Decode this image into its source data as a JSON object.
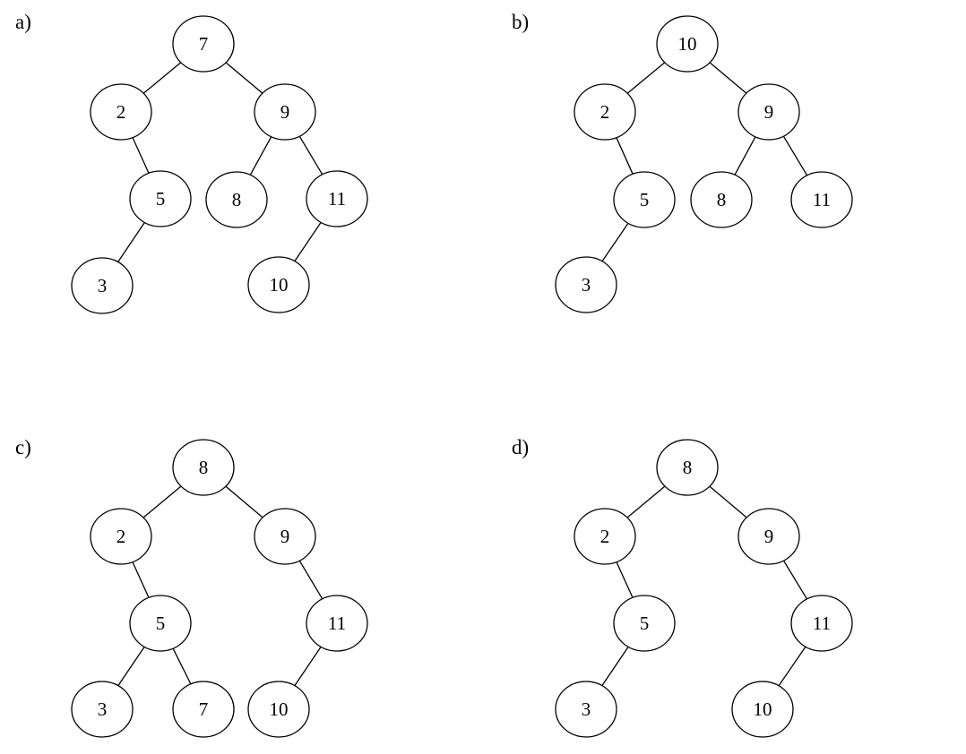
{
  "panels": [
    {
      "label": "a)",
      "nodes": [
        {
          "id": "n7",
          "text": "7"
        },
        {
          "id": "n2",
          "text": "2"
        },
        {
          "id": "n9",
          "text": "9"
        },
        {
          "id": "n5",
          "text": "5"
        },
        {
          "id": "n8",
          "text": "8"
        },
        {
          "id": "n11",
          "text": "11"
        },
        {
          "id": "n3",
          "text": "3"
        },
        {
          "id": "n10",
          "text": "10"
        }
      ],
      "edges": [
        [
          "n7",
          "n2"
        ],
        [
          "n7",
          "n9"
        ],
        [
          "n2",
          "n5"
        ],
        [
          "n9",
          "n8"
        ],
        [
          "n9",
          "n11"
        ],
        [
          "n5",
          "n3"
        ],
        [
          "n11",
          "n10"
        ]
      ]
    },
    {
      "label": "b)",
      "nodes": [
        {
          "id": "n10",
          "text": "10"
        },
        {
          "id": "n2",
          "text": "2"
        },
        {
          "id": "n9",
          "text": "9"
        },
        {
          "id": "n5",
          "text": "5"
        },
        {
          "id": "n8",
          "text": "8"
        },
        {
          "id": "n11",
          "text": "11"
        },
        {
          "id": "n3",
          "text": "3"
        }
      ],
      "edges": [
        [
          "n10",
          "n2"
        ],
        [
          "n10",
          "n9"
        ],
        [
          "n2",
          "n5"
        ],
        [
          "n9",
          "n8"
        ],
        [
          "n9",
          "n11"
        ],
        [
          "n5",
          "n3"
        ]
      ]
    },
    {
      "label": "c)",
      "nodes": [
        {
          "id": "n8",
          "text": "8"
        },
        {
          "id": "n2",
          "text": "2"
        },
        {
          "id": "n9",
          "text": "9"
        },
        {
          "id": "n5",
          "text": "5"
        },
        {
          "id": "n11",
          "text": "11"
        },
        {
          "id": "n3",
          "text": "3"
        },
        {
          "id": "n7",
          "text": "7"
        },
        {
          "id": "n10",
          "text": "10"
        }
      ],
      "edges": [
        [
          "n8",
          "n2"
        ],
        [
          "n8",
          "n9"
        ],
        [
          "n2",
          "n5"
        ],
        [
          "n9",
          "n11"
        ],
        [
          "n5",
          "n3"
        ],
        [
          "n5",
          "n7"
        ],
        [
          "n11",
          "n10"
        ]
      ]
    },
    {
      "label": "d)",
      "nodes": [
        {
          "id": "n8",
          "text": "8"
        },
        {
          "id": "n2",
          "text": "2"
        },
        {
          "id": "n9",
          "text": "9"
        },
        {
          "id": "n5",
          "text": "5"
        },
        {
          "id": "n11",
          "text": "11"
        },
        {
          "id": "n3",
          "text": "3"
        },
        {
          "id": "n10",
          "text": "10"
        }
      ],
      "edges": [
        [
          "n8",
          "n2"
        ],
        [
          "n8",
          "n9"
        ],
        [
          "n2",
          "n5"
        ],
        [
          "n9",
          "n11"
        ],
        [
          "n5",
          "n3"
        ],
        [
          "n11",
          "n10"
        ]
      ]
    }
  ]
}
